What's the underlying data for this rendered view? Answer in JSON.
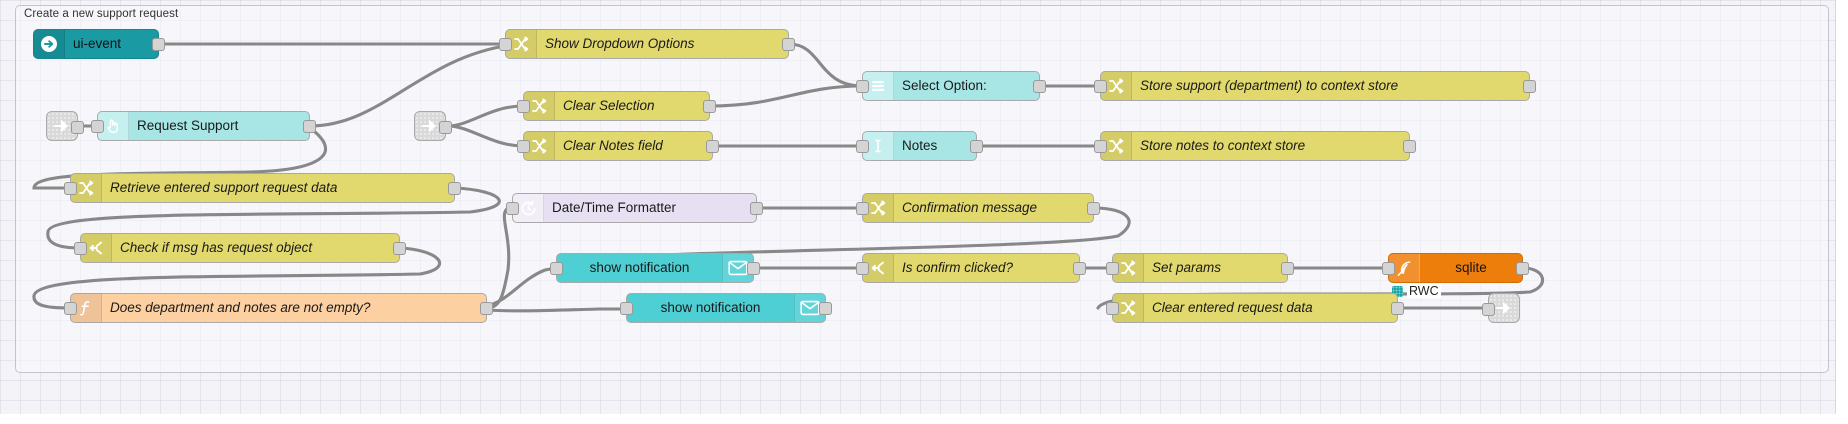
{
  "editor": {
    "group_label": "Create a new support request",
    "status_badge": {
      "label": "RWC",
      "color": "#16a5a5"
    }
  },
  "palette": {
    "change": "#e2d96e",
    "switch": "#e2d96e",
    "function": "#fdd0a2",
    "ui_event": "#1a9ba4",
    "dashboard_light": "#a8e6e6",
    "dashboard_dark": "#4ecfd4",
    "datetime": "#e6e0f2",
    "sqlite": "#ee7e0c",
    "wire": "#888888",
    "canvas": "#f3f3f8"
  },
  "nodes": [
    {
      "id": "ui-event",
      "label": "ui-event",
      "icon": "arrow-right-circle-icon",
      "type": "ui-event"
    },
    {
      "id": "request-support",
      "label": "Request Support",
      "icon": "pointer-hand-icon",
      "type": "dashboard-button"
    },
    {
      "id": "show-dropdown",
      "label": "Show Dropdown Options",
      "icon": "change-icon",
      "type": "change"
    },
    {
      "id": "clear-selection",
      "label": "Clear Selection",
      "icon": "change-icon",
      "type": "change"
    },
    {
      "id": "clear-notes",
      "label": "Clear Notes field",
      "icon": "change-icon",
      "type": "change"
    },
    {
      "id": "select-option",
      "label": "Select Option:",
      "icon": "list-icon",
      "type": "dashboard-dropdown"
    },
    {
      "id": "notes",
      "label": "Notes",
      "icon": "text-cursor-icon",
      "type": "dashboard-text-input"
    },
    {
      "id": "store-support",
      "label": "Store support (department) to context store",
      "icon": "change-icon",
      "type": "change"
    },
    {
      "id": "store-notes",
      "label": "Store notes to context store",
      "icon": "change-icon",
      "type": "change"
    },
    {
      "id": "retrieve-data",
      "label": "Retrieve entered support request data",
      "icon": "change-icon",
      "type": "change"
    },
    {
      "id": "check-msg",
      "label": "Check if msg has request object",
      "icon": "switch-icon",
      "type": "switch"
    },
    {
      "id": "dept-notes-empty",
      "label": "Does department and notes are not empty?",
      "icon": "function-icon",
      "type": "function"
    },
    {
      "id": "datetime-formatter",
      "label": "Date/Time Formatter",
      "icon": "clock-icon",
      "type": "date-time-formatter"
    },
    {
      "id": "confirmation-message",
      "label": "Confirmation message",
      "icon": "change-icon",
      "type": "change"
    },
    {
      "id": "show-notification-1",
      "label": "show notification",
      "icon": "envelope-icon",
      "type": "dashboard-notification"
    },
    {
      "id": "show-notification-2",
      "label": "show notification",
      "icon": "envelope-icon",
      "type": "dashboard-notification"
    },
    {
      "id": "is-confirm-clicked",
      "label": "Is confirm clicked?",
      "icon": "switch-icon",
      "type": "switch"
    },
    {
      "id": "set-params",
      "label": "Set params",
      "icon": "change-icon",
      "type": "change"
    },
    {
      "id": "sqlite",
      "label": "sqlite",
      "icon": "feather-icon",
      "type": "sqlite"
    },
    {
      "id": "clear-request-data",
      "label": "Clear entered request data",
      "icon": "change-icon",
      "type": "change"
    },
    {
      "id": "link-in-1",
      "label": "",
      "icon": "link-in-icon",
      "type": "link-in"
    },
    {
      "id": "link-in-2",
      "label": "",
      "icon": "link-in-icon",
      "type": "link-in"
    },
    {
      "id": "link-out-1",
      "label": "",
      "icon": "link-out-icon",
      "type": "link-out"
    }
  ]
}
